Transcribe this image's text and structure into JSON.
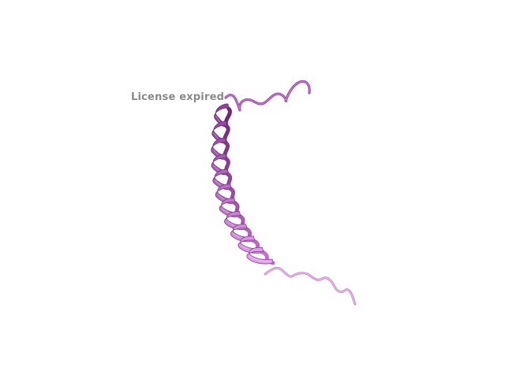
{
  "viewer": {
    "background_color": "#ffffff",
    "watermark_text": "License expired",
    "watermark_color": "#8a8a8a"
  },
  "molecule": {
    "representation": "cartoon",
    "secondary_structure": [
      "coil",
      "alpha-helix",
      "coil"
    ],
    "color_light": "#e2a0ea",
    "color_mid": "#c66dd0",
    "color_dark": "#8e3f98",
    "color_shadow": "#6e2a77"
  }
}
